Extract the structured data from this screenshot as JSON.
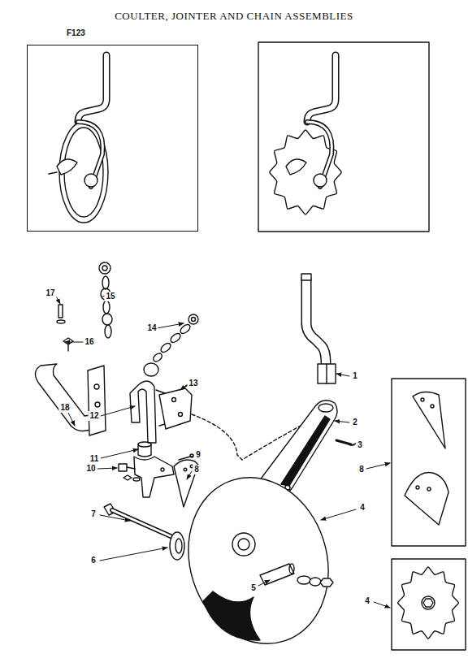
{
  "diagram": {
    "title": "COULTER, JOINTER AND CHAIN ASSEMBLIES",
    "nodes": [
      {
        "text": [
          "F123"
        ]
      }
    ],
    "labels": [
      "17",
      "15",
      "14",
      "16",
      "1",
      "13",
      "18",
      "12",
      "2",
      "3",
      "9",
      "11",
      "10",
      "8",
      "8",
      "4",
      "7",
      "6",
      "5",
      "4"
    ]
  }
}
